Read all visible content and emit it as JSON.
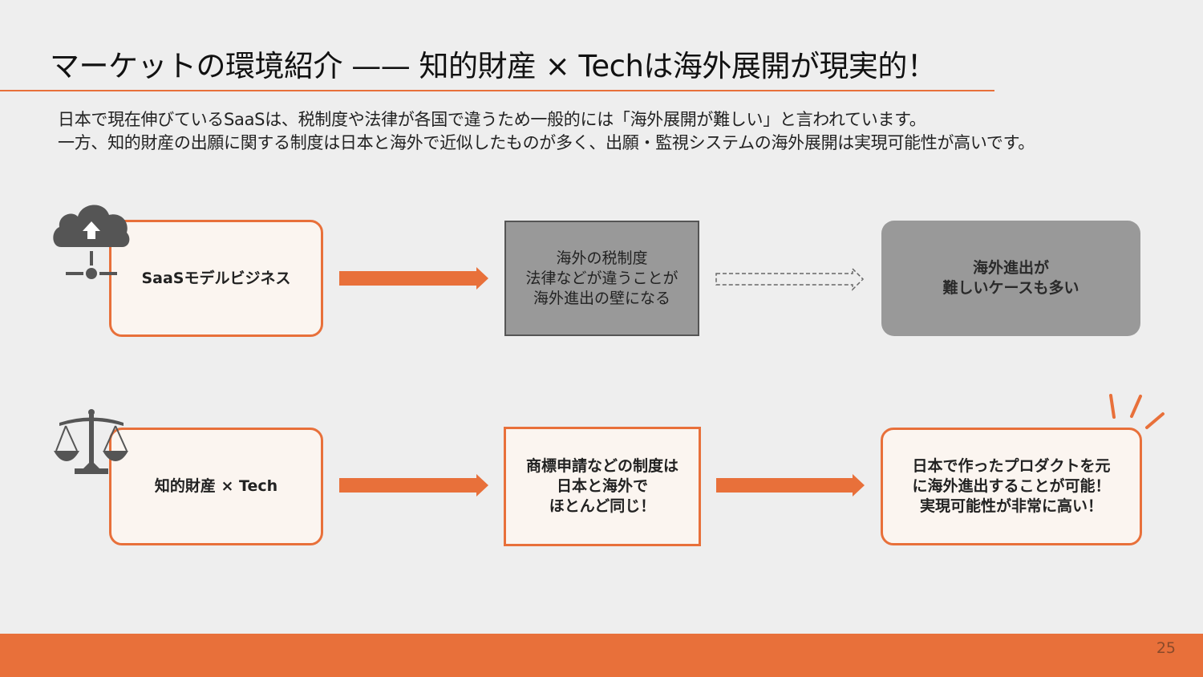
{
  "title": "マーケットの環境紹介 —— 知的財産 × Techは海外展開が現実的！",
  "intro": {
    "line1": "日本で現在伸びているSaaSは、税制度や法律が各国で違うため一般的には「海外展開が難しい」と言われています。",
    "line2": "一方、知的財産の出願に関する制度は日本と海外で近似したものが多く、出願・監視システムの海外展開は実現可能性が高いです。"
  },
  "rows": {
    "saas": {
      "start": "SaaSモデルビジネス",
      "middle": "海外の税制度\n法律などが違うことが\n海外進出の壁になる",
      "end": "海外進出が\n難しいケースも多い"
    },
    "ip": {
      "start": "知的財産 × Tech",
      "middle": "商標申請などの制度は\n日本と海外で\nほとんど同じ！",
      "end": "日本で作ったプロダクトを元\nに海外進出することが可能！\n実現可能性が非常に高い！"
    }
  },
  "page_number": "25",
  "colors": {
    "accent": "#e8703a",
    "box_fill": "#fbf5f0",
    "grey_box": "#999999",
    "icon": "#555555",
    "background": "#eeeeee"
  },
  "icons": {
    "saas": "cloud-upload-network-icon",
    "ip": "balance-scale-icon",
    "emphasis": "burst-lines-icon"
  }
}
